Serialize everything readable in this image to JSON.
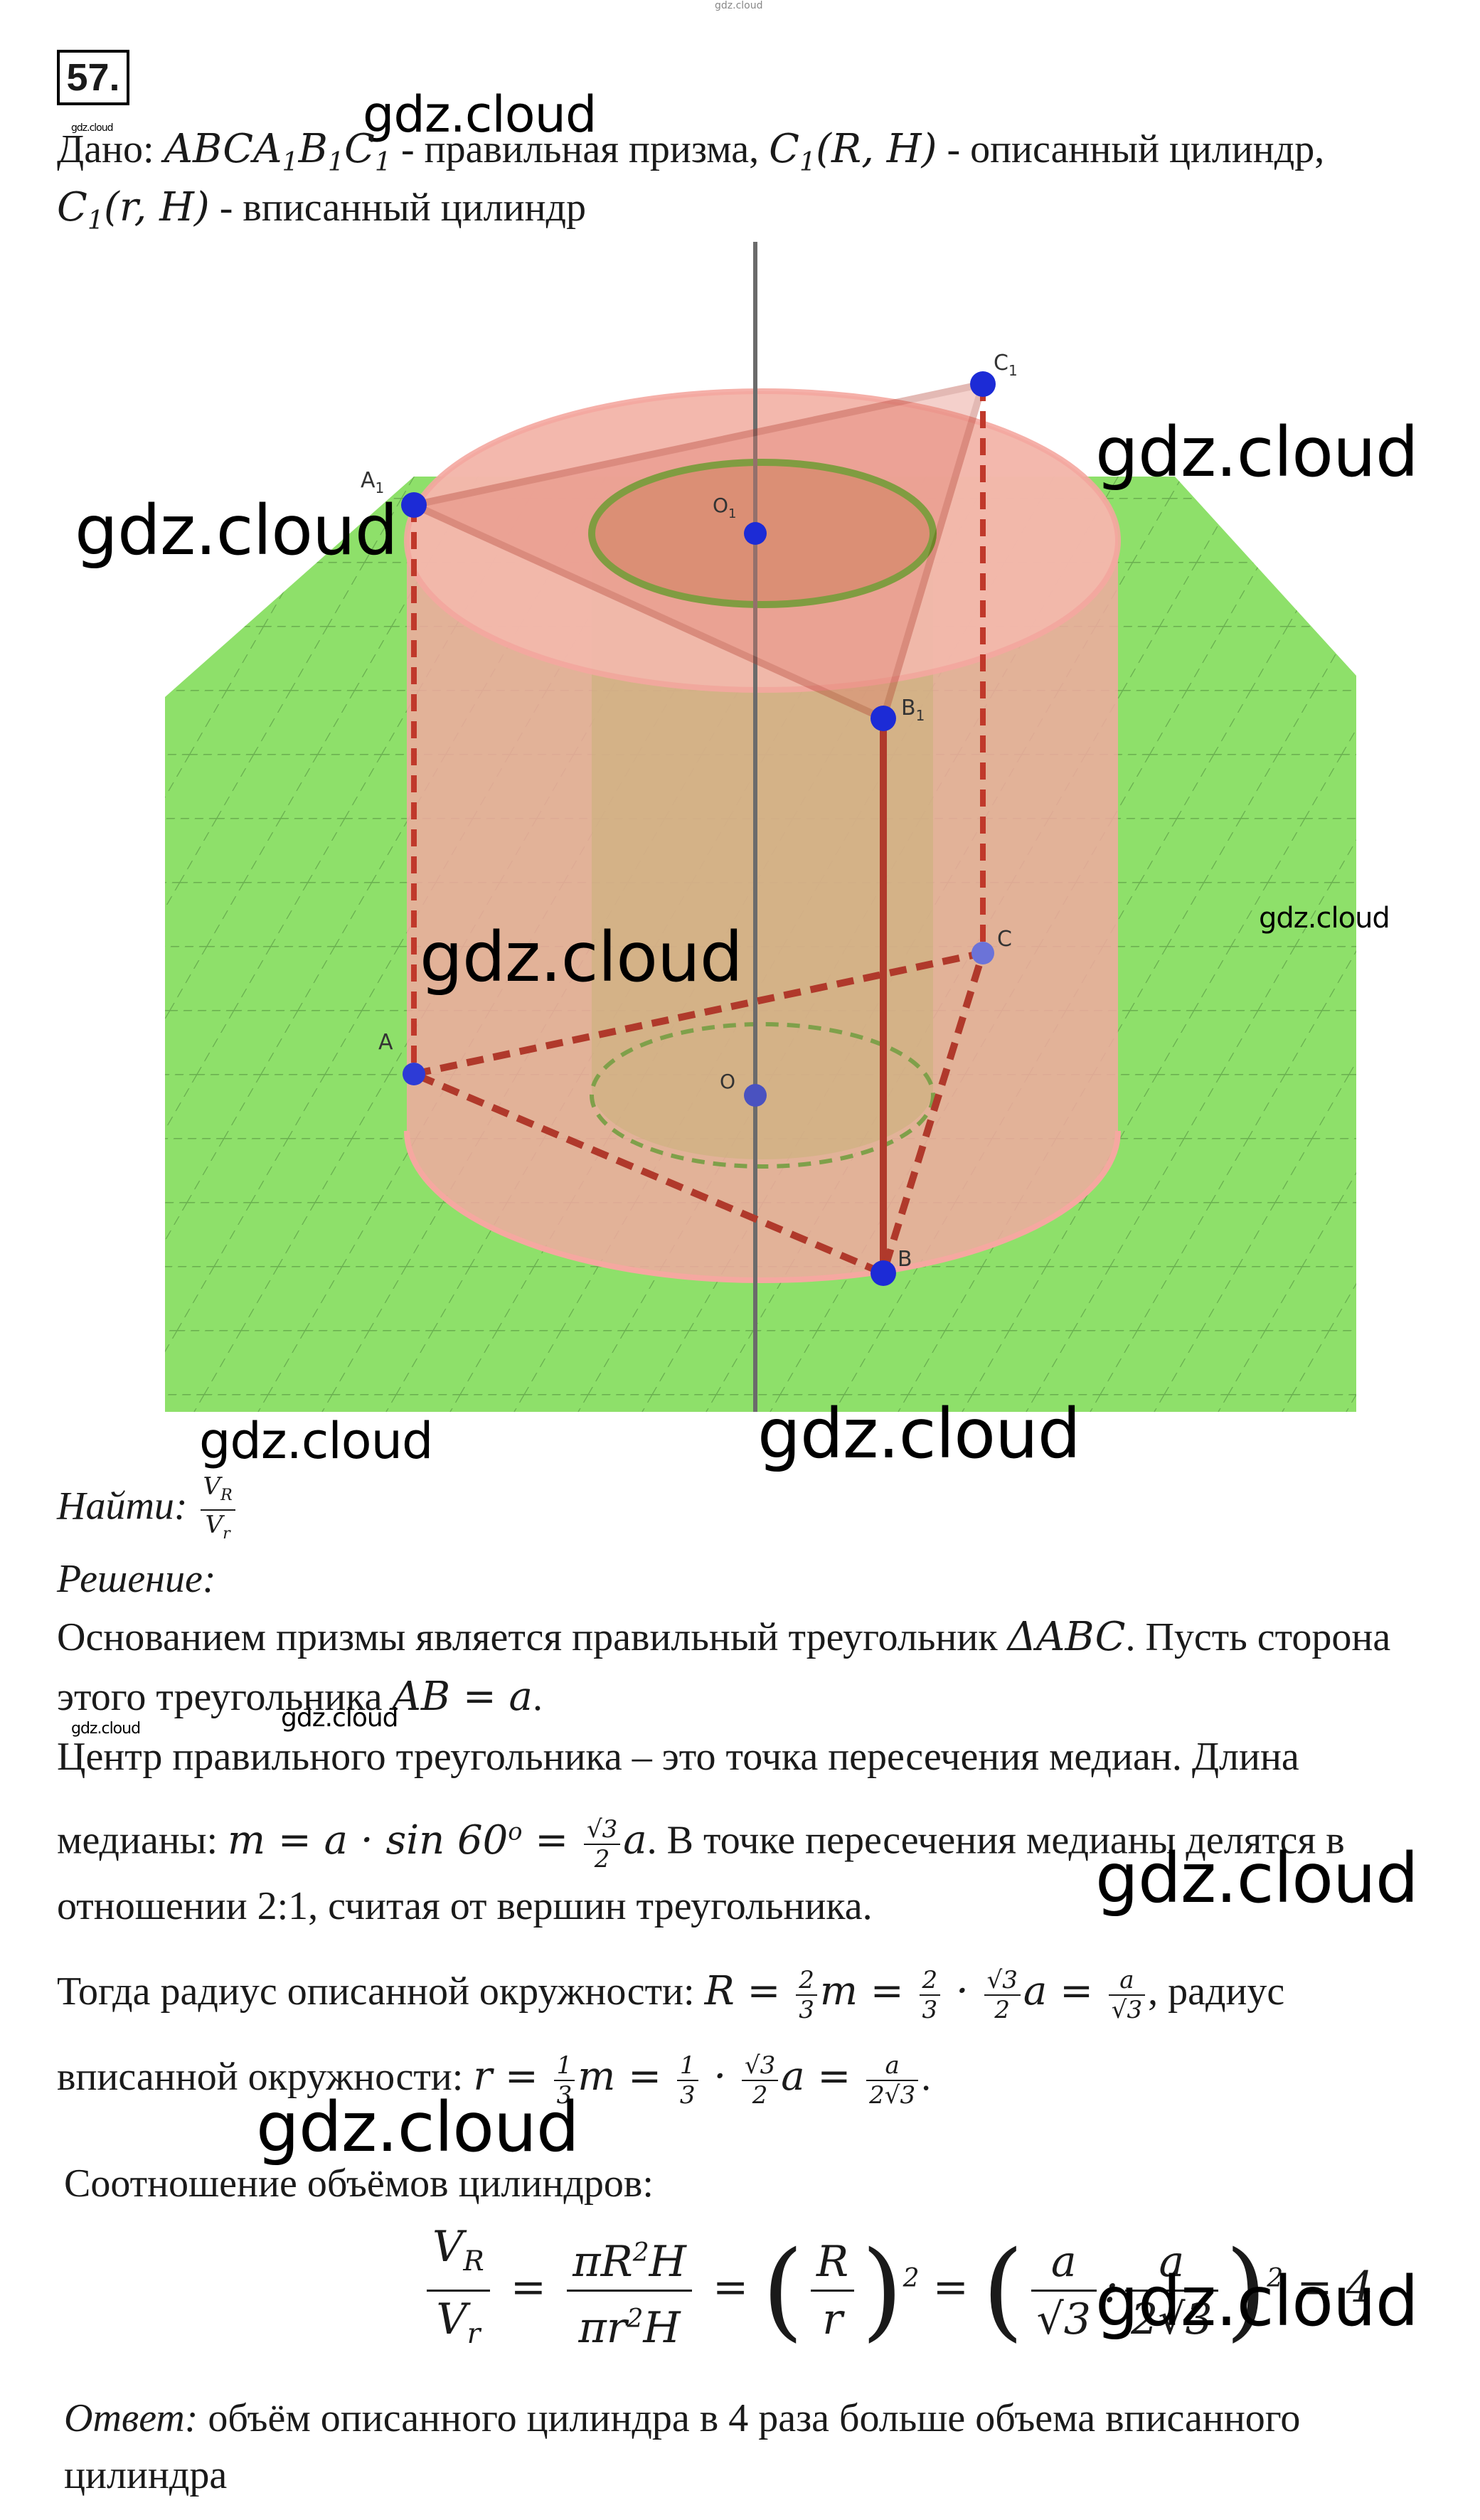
{
  "top_watermark": "gdz.cloud",
  "problem_number": "57.",
  "watermarks": {
    "w1": "gdz.cloud",
    "w2": "gdz.cloud",
    "w3": "gdz.cloud",
    "w4": "gdz.cloud",
    "w5": "gdz.cloud",
    "w6": "gdz.cloud",
    "w7": "gdz.cloud",
    "w8": "gdz.cloud",
    "w9": "gdz.cloud",
    "w10": "gdz.cloud",
    "w11": "gdz.cloud",
    "w12": "gdz.cloud",
    "w13": "gdz.cloud"
  },
  "given": {
    "label": "Дано:",
    "prism": "ABCA",
    "prism_text": " - правильная призма, ",
    "cyl1": "C",
    "cyl1_args": "(R, H)",
    "cyl1_text": " - описанный цилиндр,",
    "cyl2_args": "(r, H)",
    "cyl2_text": " - вписанный цилиндр"
  },
  "figure": {
    "labels": {
      "A1": "A",
      "B1": "B",
      "C1": "C",
      "O1": "O",
      "A": "A",
      "B": "B",
      "C": "C",
      "O": "O",
      "sub1": "1"
    },
    "colors": {
      "ground": "#8ee06a",
      "cylinder": "#f1a9a0",
      "edge": "#c0392b",
      "circle": "#4caf2a",
      "point": "#1c2bd6"
    }
  },
  "find": {
    "label": "Найти",
    "num": "V",
    "num_sub": "R",
    "den": "V",
    "den_sub": "r"
  },
  "solution": {
    "label": "Решение",
    "p1a": "Основанием призмы является правильный треугольник ",
    "p1b": "ΔABC",
    "p1c": ". Пусть сторона",
    "p2a": "этого треугольника ",
    "p2b": "AB = a",
    "p3": "Центр правильного треугольника – это точка пересечения медиан. Длина",
    "p4a": "медианы: ",
    "p4b": "m = a · sin 60",
    "p4c": "o",
    "p4d": ". В точке пересечения медианы делятся в",
    "p5": "отношении 2:1, считая от вершин треугольника.",
    "p6a": "Тогда радиус описанной окружности: ",
    "p6b": ", радиус",
    "p7a": "вписанной окружности: ",
    "p8": "Соотношение объёмов цилиндров:",
    "sqrt3": "√3",
    "two": "2",
    "three": "3",
    "one": "1",
    "a": "a",
    "two_sqrt3": "2√3",
    "result": "= 4"
  },
  "answer": {
    "label": "Ответ:",
    "line1": " объём описанного цилиндра в 4 раза больше объема вписанного",
    "line2": "цилиндра"
  }
}
